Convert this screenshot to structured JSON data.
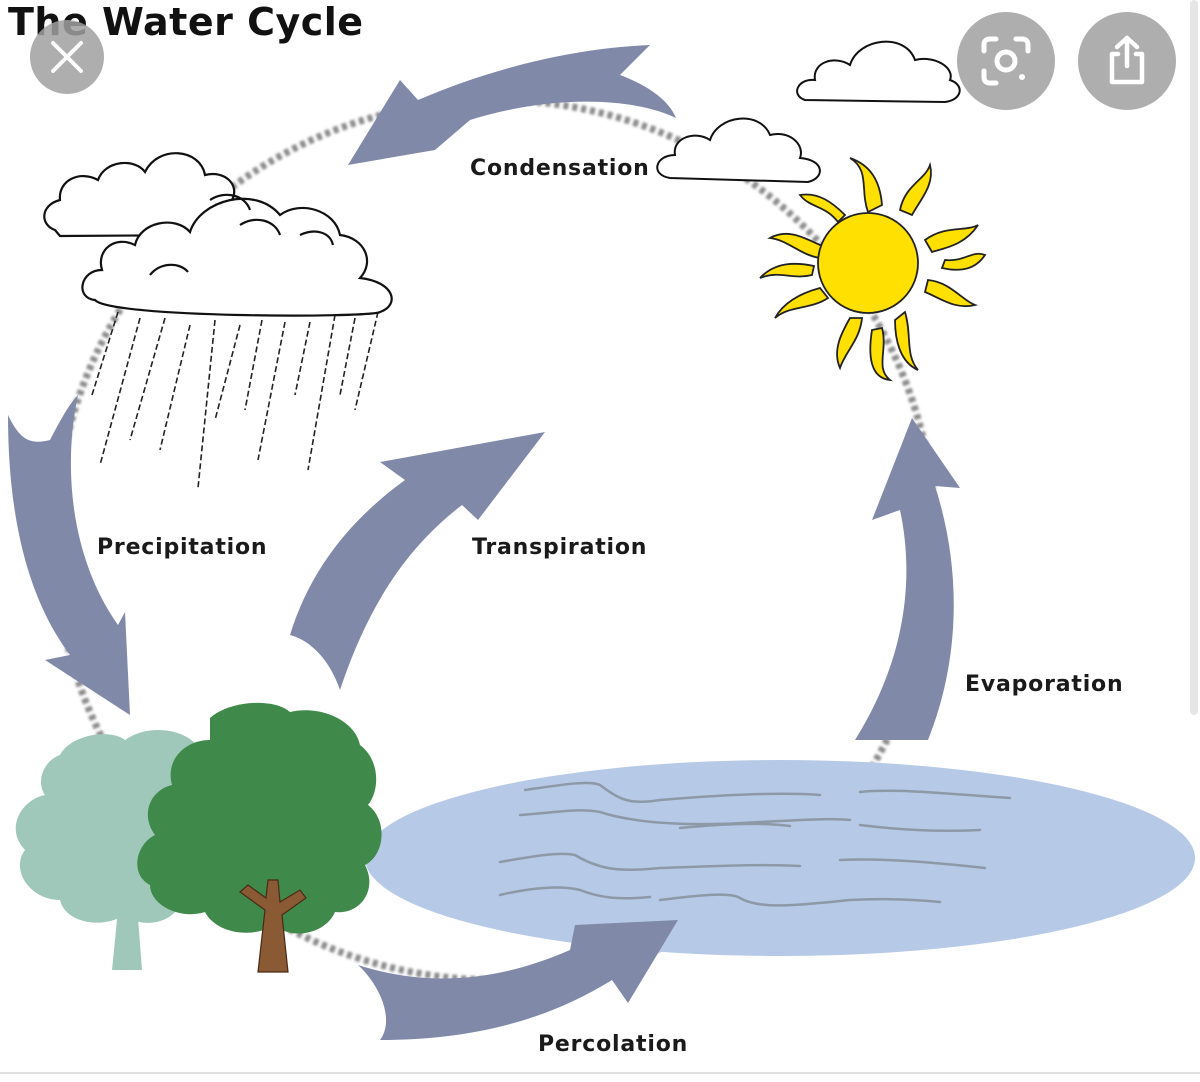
{
  "title": "The Water Cycle",
  "labels": {
    "condensation": "Condensation",
    "precipitation": "Precipitation",
    "transpiration": "Transpiration",
    "evaporation": "Evaporation",
    "percolation": "Percolation"
  },
  "colors": {
    "arrow": "#8089a8",
    "water": "#b6c9e6",
    "sun": "#ffe000",
    "tree_dark": "#3f8a4a",
    "tree_light": "#a0c8ba",
    "trunk": "#8a5a35",
    "dotted_cycle": "#8a8a8a",
    "overlay_button": "#a0a0a0"
  },
  "icons": {
    "close": "close-icon",
    "lens": "lens-icon",
    "share": "share-icon"
  }
}
